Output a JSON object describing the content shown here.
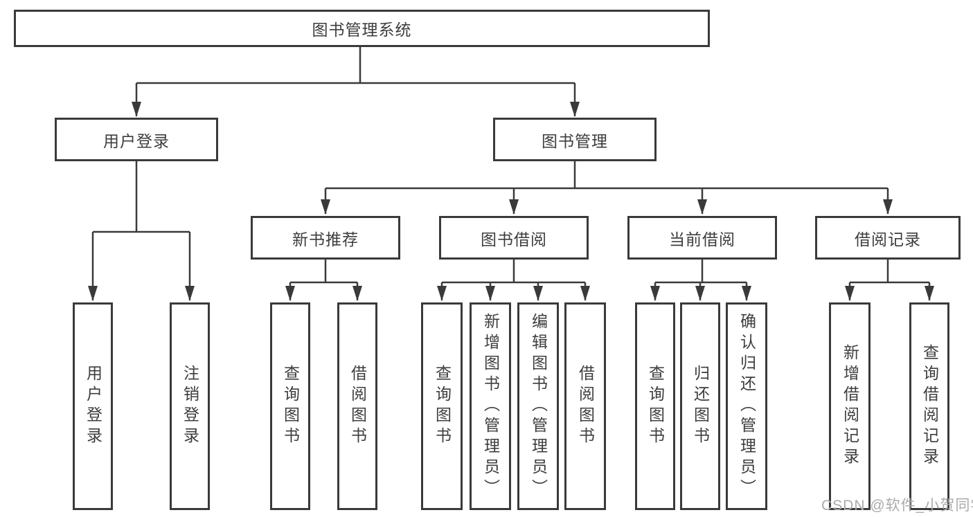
{
  "tree": {
    "root": {
      "label": "图书管理系统"
    },
    "branches": [
      {
        "label": "用户登录",
        "children": [
          {
            "label": "用户登录"
          },
          {
            "label": "注销登录"
          }
        ]
      },
      {
        "label": "图书管理",
        "children": [
          {
            "label": "新书推荐",
            "children": [
              {
                "label": "查询图书"
              },
              {
                "label": "借阅图书"
              }
            ]
          },
          {
            "label": "图书借阅",
            "children": [
              {
                "label": "查询图书"
              },
              {
                "label": "新增图书（管理员）"
              },
              {
                "label": "编辑图书（管理员）"
              },
              {
                "label": "借阅图书"
              }
            ]
          },
          {
            "label": "当前借阅",
            "children": [
              {
                "label": "查询图书"
              },
              {
                "label": "归还图书"
              },
              {
                "label": "确认归还（管理员）"
              }
            ]
          },
          {
            "label": "借阅记录",
            "children": [
              {
                "label": "新增借阅记录"
              },
              {
                "label": "查询借阅记录"
              }
            ]
          }
        ]
      }
    ]
  },
  "watermark": {
    "text": "CSDN @软件_小贺同学"
  },
  "colors": {
    "line": "#3a3a3a",
    "text": "#3d3d3d",
    "watermark": "#ababab",
    "background": "#ffffff"
  }
}
